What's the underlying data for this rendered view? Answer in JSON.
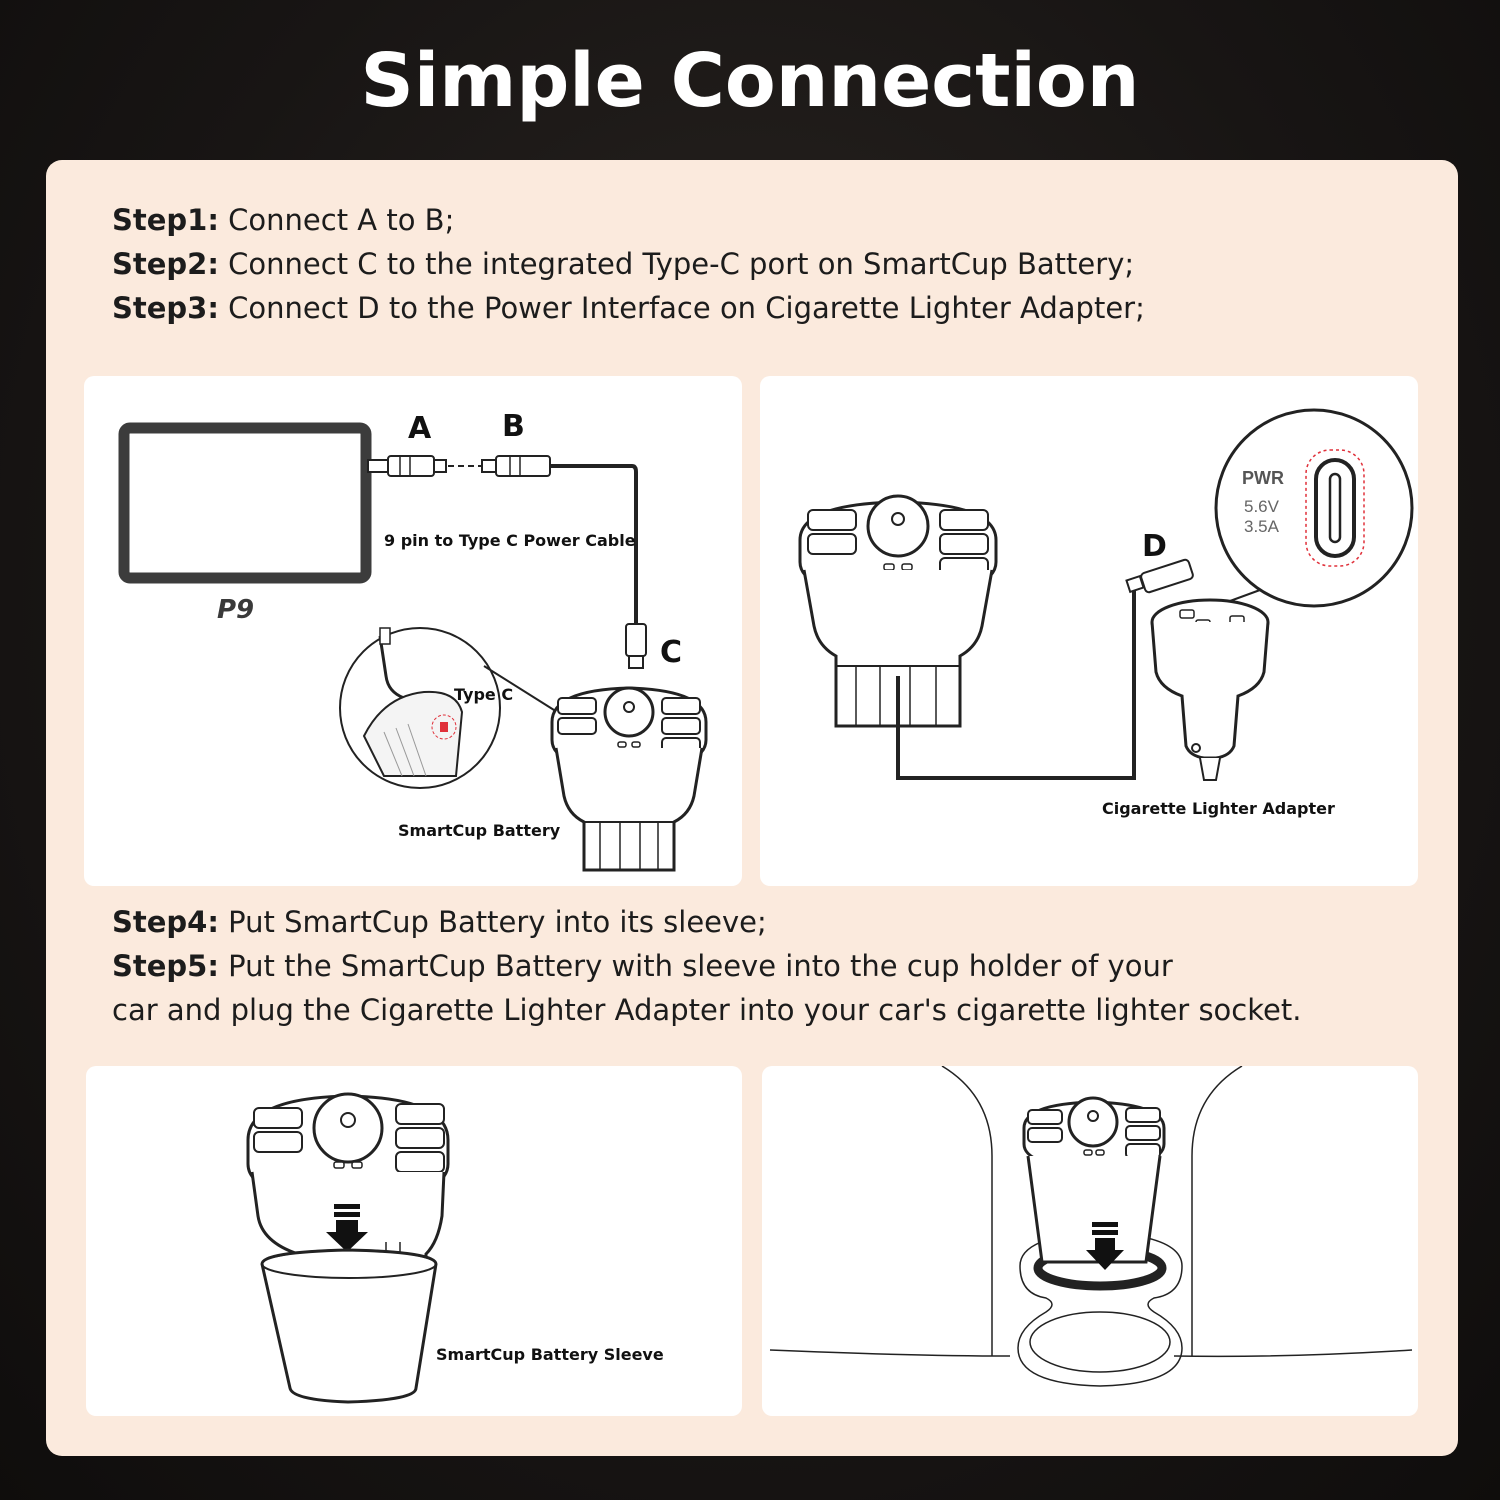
{
  "title": "Simple Connection",
  "steps_top": [
    {
      "label": "Step1:",
      "text": " Connect A to B;"
    },
    {
      "label": "Step2:",
      "text": " Connect C to the integrated Type-C port on SmartCup Battery;"
    },
    {
      "label": "Step3:",
      "text": " Connect D to the Power Interface on Cigarette Lighter Adapter;"
    }
  ],
  "steps_mid": [
    {
      "label": "Step4:",
      "text": " Put SmartCup Battery into its sleeve;"
    },
    {
      "label": "Step5:",
      "text": " Put the SmartCup Battery with sleeve into the cup holder of your"
    },
    {
      "label": "",
      "text": "car and plug the Cigarette Lighter Adapter into your car's cigarette lighter socket."
    }
  ],
  "panel1": {
    "device_label": "P9",
    "connector_a": "A",
    "connector_b": "B",
    "connector_c": "C",
    "cable_label": "9 pin to Type C Power Cable",
    "port_label": "Type C",
    "battery_label": "SmartCup Battery"
  },
  "panel2": {
    "connector_d": "D",
    "pwr_title": "PWR",
    "pwr_voltage": "5.6V",
    "pwr_current": "3.5A",
    "adapter_label": "Cigarette Lighter Adapter"
  },
  "panel3": {
    "sleeve_label": "SmartCup Battery Sleeve"
  },
  "colors": {
    "background": "#181514",
    "card": "#fbeadd",
    "panel": "#ffffff",
    "line": "#1a1a1a",
    "highlight": "#e0303a"
  }
}
